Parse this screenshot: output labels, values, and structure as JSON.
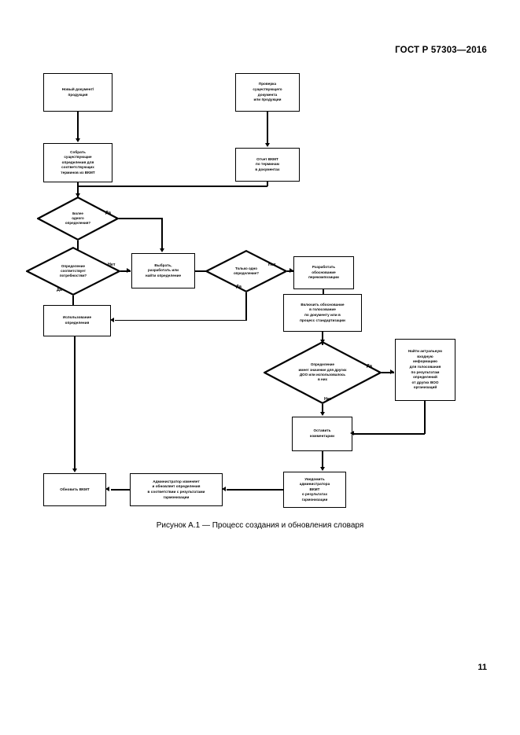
{
  "document": {
    "standard_header": "ГОСТ Р 57303—2016",
    "page_number": "11",
    "figure_caption": "Рисунок А.1 — Процесс создания и обновления словаря"
  },
  "flowchart": {
    "nodes": [
      {
        "id": "new-doc",
        "type": "process",
        "label": "Новый документ/\nпродукция"
      },
      {
        "id": "check-existing",
        "type": "process",
        "label": "Проверка\nсуществующего\nдокумента\nили продукции"
      },
      {
        "id": "collect-defs",
        "type": "process",
        "label": "Собрать\nсуществующие\nопределения для\nсоответствующих\nтерминов из ВКМТ"
      },
      {
        "id": "vkmt-report",
        "type": "process",
        "label": "Отчет ВКМТ\nпо терминам\nв документах"
      },
      {
        "id": "more-than-one",
        "type": "decision",
        "label": "Более\nодного\nопределения?"
      },
      {
        "id": "def-suitable",
        "type": "decision",
        "label": "Определение\nсоответствует\nпотребностям?"
      },
      {
        "id": "select-develop",
        "type": "process",
        "label": "Выбрать,\nразработать или\nнайти определение"
      },
      {
        "id": "only-one-def",
        "type": "decision",
        "label": "Только одно\nопределение?"
      },
      {
        "id": "develop-just",
        "type": "process",
        "label": "Разработать\nобоснование\nперекомпозиции"
      },
      {
        "id": "include-vote",
        "type": "process",
        "label": "Включить обоснование\nв голосование\nпо документу или в\nпроцесс стандартизации"
      },
      {
        "id": "use-definition",
        "type": "process",
        "label": "Использование\nопределения"
      },
      {
        "id": "relevant-other",
        "type": "decision",
        "label": "Определение\nимеет значение для других\nДОО или использовалось\nв них"
      },
      {
        "id": "find-input",
        "type": "process",
        "label": "Найти актуальную\nвходную\nинформацию\nдля голосования\nпо результатам\nопределений\nот других ВОО\nорганизаций"
      },
      {
        "id": "leave-comments",
        "type": "process",
        "label": "Оставить\nкомментарии"
      },
      {
        "id": "notify-admin",
        "type": "process",
        "label": "Уведомить\nадминистратора\nВКМТ\nо результатах\nгармонизации"
      },
      {
        "id": "admin-updates",
        "type": "process",
        "label": "Администратор изменяет\nи обновляет определения\nв соответствии с результатами\nгармонизации"
      },
      {
        "id": "update-vkmt",
        "type": "process",
        "label": "Обновить ВКМТ"
      }
    ],
    "edge_labels": {
      "more_than_one_yes": "Да",
      "def_suitable_no": "Нет",
      "def_suitable_yes": "Да",
      "only_one_no": "Нет",
      "only_one_yes": "Да",
      "relevant_yes": "Да",
      "relevant_no": "Нет"
    }
  }
}
